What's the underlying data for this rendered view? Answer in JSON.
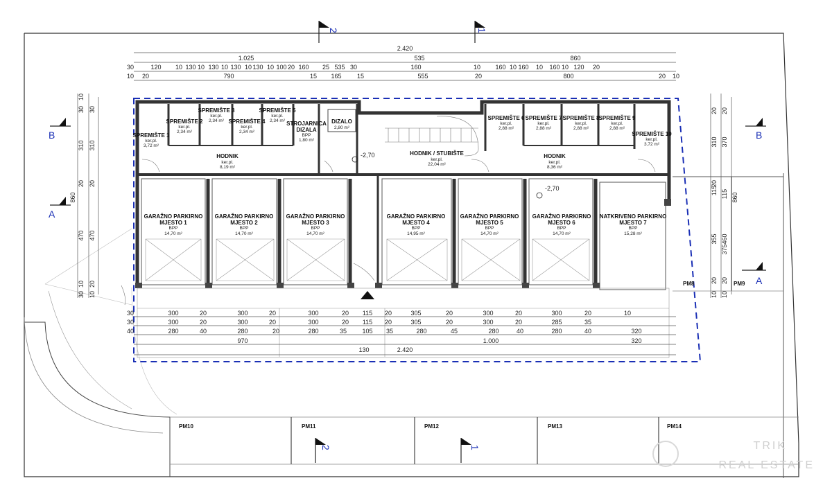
{
  "sections": {
    "top_left": "2",
    "top_right": "1",
    "bottom_left": "2",
    "bottom_right": "1",
    "left_upper": "B",
    "left_lower": "A",
    "right_upper": "B",
    "right_lower": "A"
  },
  "top_dims": {
    "total": "2.420",
    "row2": [
      "1.025",
      "535",
      "860"
    ],
    "row3": [
      "30",
      "120",
      "10",
      "130",
      "10",
      "130",
      "10",
      "130",
      "10",
      "130",
      "10",
      "100",
      "20",
      "160",
      "25",
      "535",
      "30",
      "160",
      "10",
      "160",
      "10",
      "160",
      "10",
      "160",
      "10",
      "120",
      "20"
    ],
    "row4": [
      "10",
      "20",
      "790",
      "15",
      "165",
      "15",
      "555",
      "20",
      "800",
      "20",
      "10"
    ]
  },
  "storage": [
    {
      "name": "SPREMIŠTE 1",
      "type": "ker.pl.",
      "area": "3,72 m²"
    },
    {
      "name": "SPREMIŠTE 2",
      "type": "ker.pl.",
      "area": "2,34 m²"
    },
    {
      "name": "SPREMIŠTE 3",
      "type": "ker.pl.",
      "area": "2,34 m²"
    },
    {
      "name": "SPREMIŠTE 4",
      "type": "ker.pl.",
      "area": "2,34 m²"
    },
    {
      "name": "SPREMIŠTE 5",
      "type": "ker.pl.",
      "area": "2,34 m²"
    },
    {
      "name": "SPREMIŠTE 6",
      "type": "ker.pl.",
      "area": "2,88 m²"
    },
    {
      "name": "SPREMIŠTE 7",
      "type": "ker.pl.",
      "area": "2,88 m²"
    },
    {
      "name": "SPREMIŠTE 8",
      "type": "ker.pl.",
      "area": "2,88 m²"
    },
    {
      "name": "SPREMIŠTE 9",
      "type": "ker.pl.",
      "area": "2,88 m²"
    },
    {
      "name": "SPREMIŠTE 10",
      "type": "ker.pl.",
      "area": "3,72 m²"
    }
  ],
  "rooms": {
    "hodnik_left": {
      "name": "HODNIK",
      "type": "ker.pl.",
      "area": "8,19 m²"
    },
    "strojarnica": {
      "name": "STROJARNICA DIZALA",
      "type": "BPP",
      "area": "1,80 m²"
    },
    "dizalo": {
      "name": "DIZALO",
      "area": "2,80 m²"
    },
    "stubiste": {
      "name": "HODNIK / STUBIŠTE",
      "type": "ker.pl.",
      "area": "22,04 m²"
    },
    "hodnik_right": {
      "name": "HODNIK",
      "type": "ker.pl.",
      "area": "8,36 m²"
    }
  },
  "garages": [
    {
      "name": "GARAŽNO PARKIRNO",
      "num": "MJESTO 1",
      "type": "BPP",
      "area": "14,70 m²"
    },
    {
      "name": "GARAŽNO PARKIRNO",
      "num": "MJESTO 2",
      "type": "BPP",
      "area": "14,70 m²"
    },
    {
      "name": "GARAŽNO PARKIRNO",
      "num": "MJESTO 3",
      "type": "BPP",
      "area": "14,70 m²"
    },
    {
      "name": "GARAŽNO PARKIRNO",
      "num": "MJESTO 4",
      "type": "BPP",
      "area": "14,95 m²"
    },
    {
      "name": "GARAŽNO PARKIRNO",
      "num": "MJESTO 5",
      "type": "BPP",
      "area": "14,70 m²"
    },
    {
      "name": "GARAŽNO PARKIRNO",
      "num": "MJESTO 6",
      "type": "BPP",
      "area": "14,70 m²"
    },
    {
      "name": "NATKRIVENO PARKIRNO",
      "num": "MJESTO 7",
      "type": "BPP",
      "area": "15,28 m²"
    }
  ],
  "levels": {
    "left": "-2,70",
    "right": "-2,70"
  },
  "parking": {
    "pm8": "PM8",
    "pm9": "PM9",
    "pm10": "PM10",
    "pm11": "PM11",
    "pm12": "PM12",
    "pm13": "PM13",
    "pm14": "PM14"
  },
  "bottom_dims": {
    "row1": [
      "30",
      "300",
      "20",
      "300",
      "20",
      "300",
      "20",
      "115",
      "20",
      "305",
      "20",
      "300",
      "20",
      "300",
      "20",
      "10"
    ],
    "row2": [
      "30",
      "300",
      "20",
      "300",
      "20",
      "300",
      "20",
      "115",
      "20",
      "305",
      "20",
      "300",
      "20",
      "285",
      "35"
    ],
    "row3": [
      "40",
      "280",
      "40",
      "280",
      "20",
      "280",
      "35",
      "105",
      "35",
      "280",
      "45",
      "280",
      "40",
      "280",
      "40",
      "320"
    ],
    "row4": [
      "970",
      "130",
      "1.000",
      "320"
    ],
    "total": "2.420"
  },
  "left_dims": {
    "outer": [
      "10",
      "30",
      "310",
      "20",
      "470",
      "10",
      "30"
    ],
    "inner": [
      "30",
      "310",
      "20",
      "470",
      "20",
      "10"
    ],
    "total": "860"
  },
  "right_dims": {
    "outer": [
      "20",
      "310",
      "20",
      "115",
      "355",
      "20",
      "10"
    ],
    "inner": [
      "20",
      "370",
      "115",
      "460",
      "375",
      "20",
      "10"
    ],
    "total": "860"
  },
  "watermark": {
    "line1": "TRIK",
    "line2": "REAL ESTATE"
  }
}
